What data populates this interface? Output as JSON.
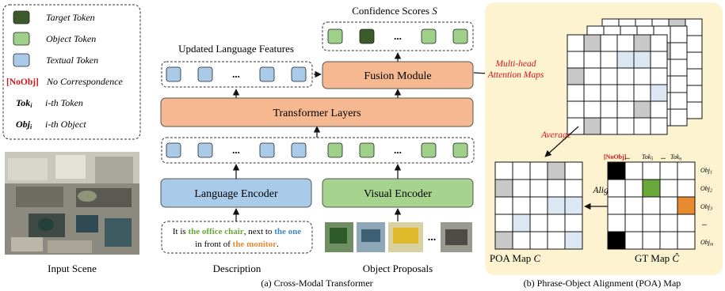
{
  "legend": {
    "target": "Target Token",
    "object": "Object Token",
    "textual": "Textual Token",
    "noobj_tag": "[NoObj]",
    "noobj_desc": "No Correspondence",
    "tok_sym": "Tok",
    "tok_sub": "i",
    "tok_desc": "i-th Token",
    "obj_sym": "Obj",
    "obj_sub": "i",
    "obj_desc": "i-th Object"
  },
  "panel_a": {
    "confidence_label": "Confidence Scores",
    "confidence_symbol": "S",
    "updated_features": "Updated Language Features",
    "fusion": "Fusion Module",
    "transformer": "Transformer Layers",
    "language_encoder": "Language Encoder",
    "visual_encoder": "Visual Encoder",
    "description": {
      "pre1": "It is ",
      "target": "the office chair",
      "mid1": ", next to ",
      "ref1": "the one",
      "line2_pre": "in front of ",
      "ref2": "the monitor",
      "post": "."
    },
    "input_scene": "Input Scene",
    "description_caption": "Description",
    "proposals_caption": "Object Proposals",
    "ellipsis": "...",
    "caption": "(a) Cross-Modal Transformer"
  },
  "panel_b": {
    "attention_maps": [
      "Multi-head",
      "Attention Maps"
    ],
    "average": "Average",
    "align": "Align",
    "poa_caption": "POA Map",
    "poa_symbol": "C",
    "gt_caption": "GT Map",
    "gt_symbol": "Ĉ",
    "col_noobj": "[NoObj]",
    "col_tok": "Tok",
    "col_tok_sub1": "5",
    "col_tok_subn": "n",
    "row_obj": "Obj",
    "row_subs": [
      "1",
      "2",
      "3",
      "m"
    ],
    "dots": "...",
    "caption": "(b) Phrase-Object Alignment (POA) Map"
  },
  "colors": {
    "target": "#3d5a2a",
    "object": "#9fd08a",
    "textual": "#a9cbe9",
    "module": "#f5b890",
    "encoder_lang": "#a9cbe9",
    "encoder_vis": "#a6d48e",
    "panel_b_bg": "#fdf3d0",
    "accent_red": "#d0161b",
    "lang_green": "#6aa83b",
    "lang_blue": "#3f88c7",
    "lang_orange": "#e88a2f"
  }
}
